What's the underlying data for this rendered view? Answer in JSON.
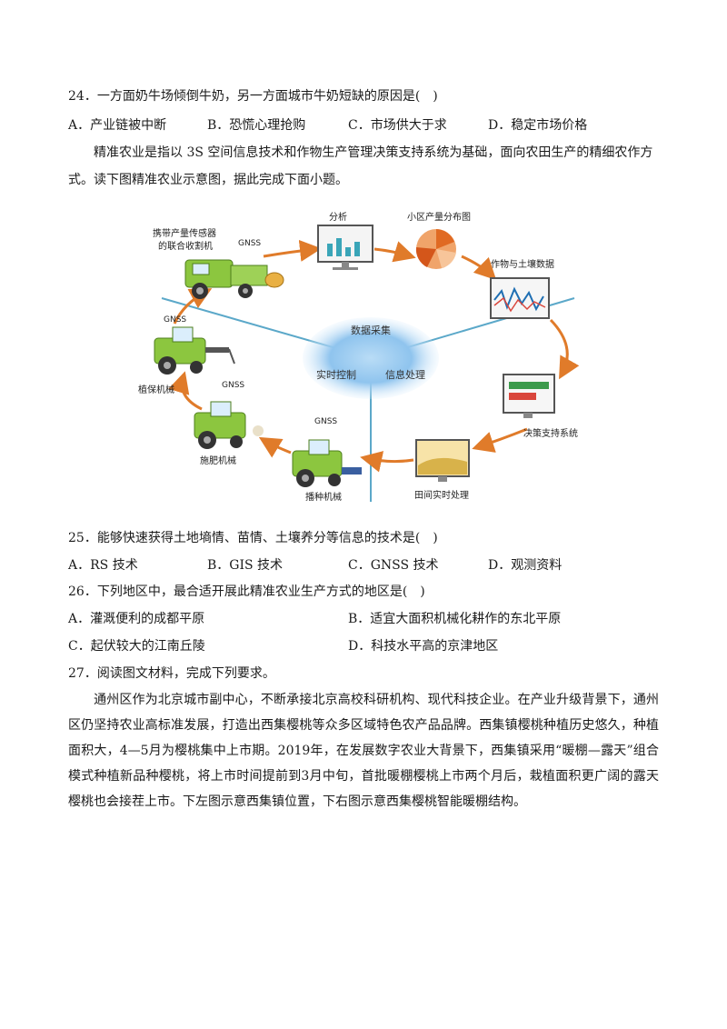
{
  "q24": {
    "stem": "24．一方面奶牛场倾倒牛奶，另一方面城市牛奶短缺的原因是(　)",
    "options": [
      "A．产业链被中断",
      "B．恐慌心理抢购",
      "C．市场供大于求",
      "D．稳定市场价格"
    ]
  },
  "intro": {
    "line1": "精准农业是指以 3S 空间信息技术和作物生产管理决策支持系统为基础，面向农田生产的精细农作方",
    "line2": "式。读下图精准农业示意图，据此完成下面小题。"
  },
  "diagram": {
    "harvester_label_1": "携带产量传感器",
    "harvester_label_2": "的联合收割机",
    "gnss": "GNSS",
    "analysis": "分析",
    "yield_map": "小区产量分布图",
    "crop_soil": "作物与土壤数据",
    "decision": "决策支持系统",
    "field_processing": "田间实时处理",
    "seeding": "播种机械",
    "fertilizing": "施肥机械",
    "plant_protection": "植保机械",
    "center_top": "数据采集",
    "center_left": "实时控制",
    "center_right": "信息处理"
  },
  "q25": {
    "stem": "25．能够快速获得土地墒情、苗情、土壤养分等信息的技术是(　)",
    "options": [
      "A．RS 技术",
      "B．GIS 技术",
      "C．GNSS 技术",
      "D．观测资料"
    ]
  },
  "q26": {
    "stem": "26．下列地区中，最合适开展此精准农业生产方式的地区是(　)",
    "options": [
      "A．灌溉便利的成都平原",
      "B．适宜大面积机械化耕作的东北平原",
      "C．起伏较大的江南丘陵",
      "D．科技水平高的京津地区"
    ]
  },
  "q27": {
    "stem": "27．阅读图文材料，完成下列要求。",
    "passage": "通州区作为北京城市副中心，不断承接北京高校科研机构、现代科技企业。在产业升级背景下，通州区仍坚持农业高标准发展，打造出西集樱桃等众多区域特色农产品品牌。西集镇樱桃种植历史悠久，种植面积大，4—5月为樱桃集中上市期。2019年，在发展数字农业大背景下，西集镇采用“暖棚—露天”组合模式种植新品种樱桃，将上市时间提前到3月中旬，首批暖棚樱桃上市两个月后，栽植面积更广阔的露天樱桃也会接茬上市。下左图示意西集镇位置，下右图示意西集樱桃智能暖棚结构。"
  }
}
